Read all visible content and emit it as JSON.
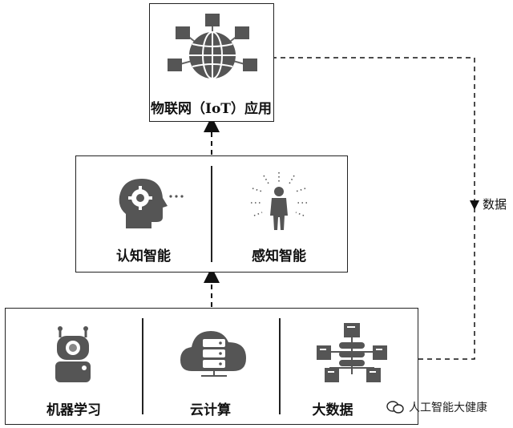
{
  "top": {
    "label": "物联网（IoT）应用"
  },
  "middle": {
    "left_label": "认知智能",
    "right_label": "感知智能"
  },
  "bottom": {
    "items": [
      {
        "label": "机器学习"
      },
      {
        "label": "云计算"
      },
      {
        "label": "大数据"
      }
    ]
  },
  "connector": {
    "label": "数据"
  },
  "watermark": {
    "text": "人工智能大健康"
  }
}
